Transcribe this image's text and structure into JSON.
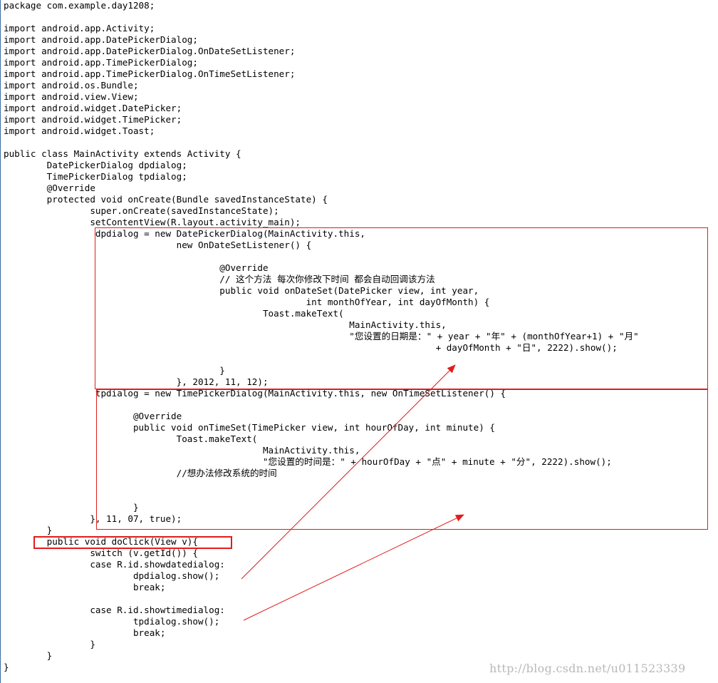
{
  "code_lines": [
    "package com.example.day1208;",
    "",
    "import android.app.Activity;",
    "import android.app.DatePickerDialog;",
    "import android.app.DatePickerDialog.OnDateSetListener;",
    "import android.app.TimePickerDialog;",
    "import android.app.TimePickerDialog.OnTimeSetListener;",
    "import android.os.Bundle;",
    "import android.view.View;",
    "import android.widget.DatePicker;",
    "import android.widget.TimePicker;",
    "import android.widget.Toast;",
    "",
    "public class MainActivity extends Activity {",
    "        DatePickerDialog dpdialog;",
    "        TimePickerDialog tpdialog;",
    "        @Override",
    "        protected void onCreate(Bundle savedInstanceState) {",
    "                super.onCreate(savedInstanceState);",
    "                setContentView(R.layout.activity_main);",
    "                 dpdialog = new DatePickerDialog(MainActivity.this,",
    "                                new OnDateSetListener() {",
    "",
    "                                        @Override",
    "                                        // 这个方法 每次你修改下时间 都会自动回调该方法",
    "                                        public void onDateSet(DatePicker view, int year,",
    "                                                        int monthOfYear, int dayOfMonth) {",
    "                                                Toast.makeText(",
    "                                                                MainActivity.this,",
    "                                                                \"您设置的日期是：\" + year + \"年\" + (monthOfYear+1) + \"月\"",
    "                                                                                + dayOfMonth + \"日\", 2222).show();",
    "",
    "                                        }",
    "                                }, 2012, 11, 12);",
    "                 tpdialog = new TimePickerDialog(MainActivity.this, new OnTimeSetListener() {",
    "",
    "                        @Override",
    "                        public void onTimeSet(TimePicker view, int hourOfDay, int minute) {",
    "                                Toast.makeText(",
    "                                                MainActivity.this,",
    "                                                \"您设置的时间是：\" + hourOfDay + \"点\" + minute + \"分\", 2222).show();",
    "                                //想办法修改系统的时间",
    "",
    "",
    "                        }",
    "                }, 11, 07, true);",
    "        }",
    "        public void doClick(View v){",
    "                switch (v.getId()) {",
    "                case R.id.showdatedialog:",
    "                        dpdialog.show();",
    "                        break;",
    "",
    "                case R.id.showtimedialog:",
    "                        tpdialog.show();",
    "                        break;",
    "                }",
    "        }",
    "}"
  ],
  "watermark": "http://blog.csdn.net/u011523339",
  "annotation_color": "#e21c1c",
  "editor_border_color": "#3a6ea5"
}
